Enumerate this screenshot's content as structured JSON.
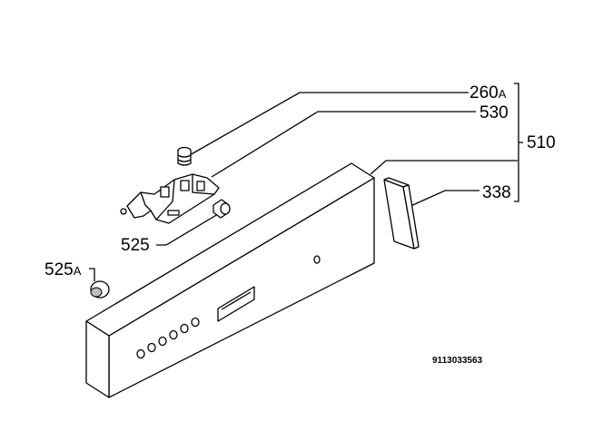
{
  "labels": {
    "p260": "260",
    "p260_suffix": "A",
    "p530": "530",
    "p510": "510",
    "p338": "338",
    "p525": "525",
    "p525a": "525",
    "p525a_suffix": "A"
  },
  "drawing_code": "9113033563"
}
